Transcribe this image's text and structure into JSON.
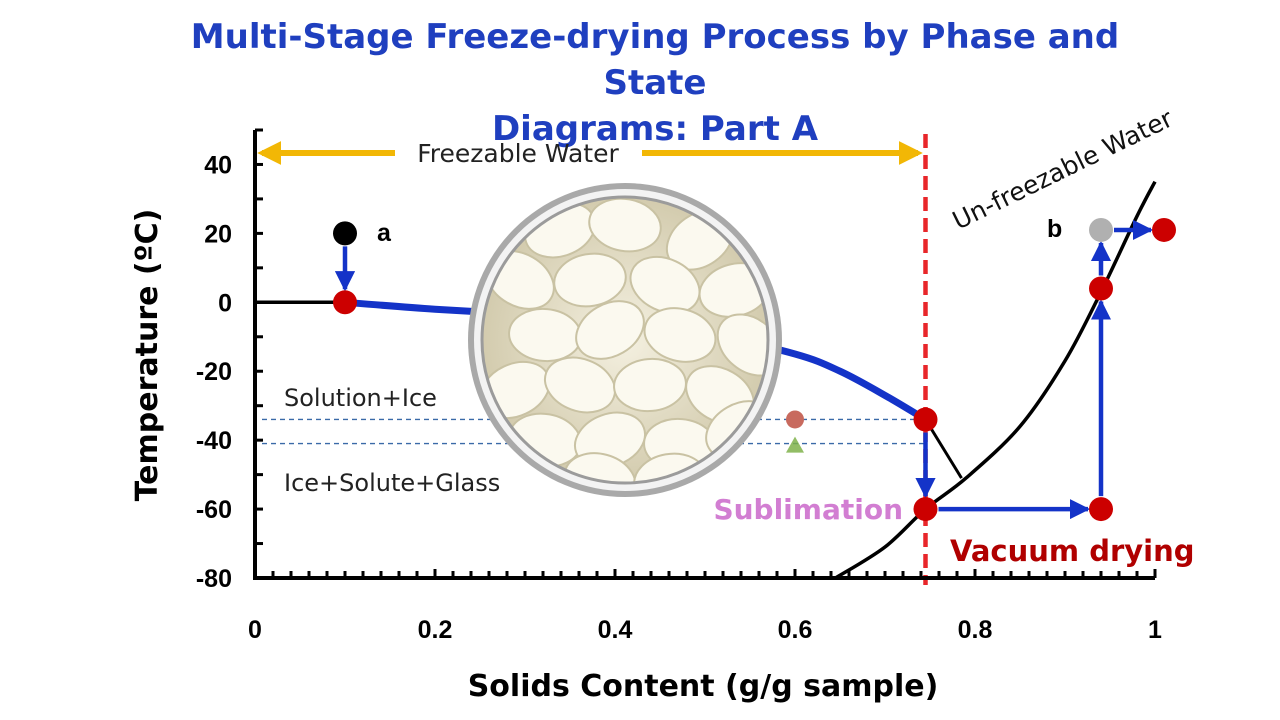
{
  "title_line1": "Multi-Stage Freeze-drying Process by Phase and State",
  "title_line2": "Diagrams: Part A",
  "colors": {
    "title": "#1f3fbf",
    "process": "#1433c8",
    "point_red": "#cc0000",
    "point_black": "#000000",
    "point_gray": "#b0b0b0",
    "freezable_arrow": "#f2b705",
    "divider": "#e8262a",
    "dashed": "#3a6aa8",
    "sublimation_text": "#d27ed2",
    "vacuum_text": "#b00000"
  },
  "chart_data": {
    "type": "line",
    "xlabel": "Solids Content (g/g sample)",
    "ylabel": "Temperature (ºC)",
    "xlim": [
      0,
      1
    ],
    "ylim": [
      -80,
      50
    ],
    "x_ticks": [
      "0",
      "0.2",
      "0.4",
      "0.6",
      "0.8",
      "1"
    ],
    "x_tick_values": [
      0,
      0.2,
      0.4,
      0.6,
      0.8,
      1
    ],
    "y_ticks": [
      "40",
      "20",
      "0",
      "-20",
      "-40",
      "-60",
      "-80"
    ],
    "y_tick_values": [
      40,
      20,
      0,
      -20,
      -40,
      -60,
      -80
    ],
    "grid": false,
    "series": [
      {
        "key": "freezing_curve_black",
        "values": [
          [
            0,
            0
          ],
          [
            0.1,
            0
          ]
        ]
      },
      {
        "key": "freezing_curve_blue",
        "values": [
          [
            0.1,
            0
          ],
          [
            0.2,
            -2
          ],
          [
            0.3,
            -3.5
          ],
          [
            0.4,
            -5
          ],
          [
            0.5,
            -9
          ],
          [
            0.6,
            -15
          ],
          [
            0.65,
            -20
          ],
          [
            0.7,
            -27
          ],
          [
            0.745,
            -34
          ]
        ]
      },
      {
        "key": "glass_transition_curve",
        "values": [
          [
            0.645,
            -80
          ],
          [
            0.7,
            -71
          ],
          [
            0.745,
            -60
          ],
          [
            0.79,
            -51
          ],
          [
            0.85,
            -36
          ],
          [
            0.9,
            -17
          ],
          [
            0.94,
            3
          ],
          [
            0.98,
            25
          ],
          [
            1.0,
            35
          ]
        ]
      },
      {
        "key": "freezing_tail_black",
        "values": [
          [
            0.745,
            -34
          ],
          [
            0.785,
            -51
          ]
        ]
      }
    ],
    "points": [
      {
        "key": "a_start",
        "x": 0.1,
        "y": 20,
        "color": "black"
      },
      {
        "key": "a_frozen",
        "x": 0.1,
        "y": 0,
        "color": "red"
      },
      {
        "key": "freeze_end",
        "x": 0.745,
        "y": -34,
        "color": "red"
      },
      {
        "key": "sublimation",
        "x": 0.745,
        "y": -60,
        "color": "red"
      },
      {
        "key": "vacuum_end",
        "x": 0.94,
        "y": -60,
        "color": "red"
      },
      {
        "key": "glass_cross",
        "x": 0.94,
        "y": 4,
        "color": "red"
      },
      {
        "key": "b_gray",
        "x": 0.94,
        "y": 21,
        "color": "gray"
      },
      {
        "key": "final",
        "x": 1.01,
        "y": 21,
        "color": "red"
      },
      {
        "key": "ref_circle",
        "x": 0.6,
        "y": -34,
        "color": "faded-red"
      }
    ],
    "ref_triangle": {
      "x": 0.6,
      "y": -41
    },
    "process_arrows": [
      [
        [
          0.1,
          20
        ],
        [
          0.1,
          0
        ]
      ],
      [
        [
          0.745,
          -34
        ],
        [
          0.745,
          -60
        ]
      ],
      [
        [
          0.745,
          -60
        ],
        [
          0.94,
          -60
        ]
      ],
      [
        [
          0.94,
          -60
        ],
        [
          0.94,
          4
        ]
      ],
      [
        [
          0.94,
          4
        ],
        [
          0.94,
          21
        ]
      ],
      [
        [
          0.94,
          21
        ],
        [
          1.01,
          21
        ]
      ]
    ],
    "dashed_lines_y": [
      -34,
      -41
    ],
    "divider_x": 0.745,
    "annotations": {
      "freezable_water": "Freezable Water",
      "unfreezable_water": "Un-freezable Water",
      "solution_ice": "Solution+Ice",
      "ice_solute_glass": "Ice+Solute+Glass",
      "sublimation": "Sublimation",
      "vacuum_drying": "Vacuum drying",
      "label_a": "a",
      "label_b": "b"
    }
  }
}
